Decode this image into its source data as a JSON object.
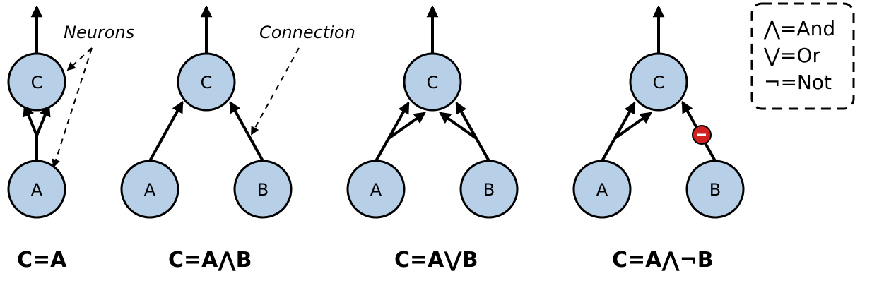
{
  "callouts": {
    "neurons": "Neurons",
    "connection": "Connection"
  },
  "legend": {
    "items": [
      "⋀=And",
      "⋁=Or",
      "¬=Not"
    ]
  },
  "panels": [
    {
      "formula": "C=A",
      "nodes": {
        "C": "C",
        "A": "A"
      }
    },
    {
      "formula": "C=A⋀B",
      "nodes": {
        "C": "C",
        "A": "A",
        "B": "B"
      }
    },
    {
      "formula": "C=A⋁B",
      "nodes": {
        "C": "C",
        "A": "A",
        "B": "B"
      }
    },
    {
      "formula": "C=A⋀¬B",
      "nodes": {
        "C": "C",
        "A": "A",
        "B": "B"
      }
    }
  ],
  "colors": {
    "node_fill": "#b8cfe8",
    "inhibitory_marker": "#d02020"
  }
}
